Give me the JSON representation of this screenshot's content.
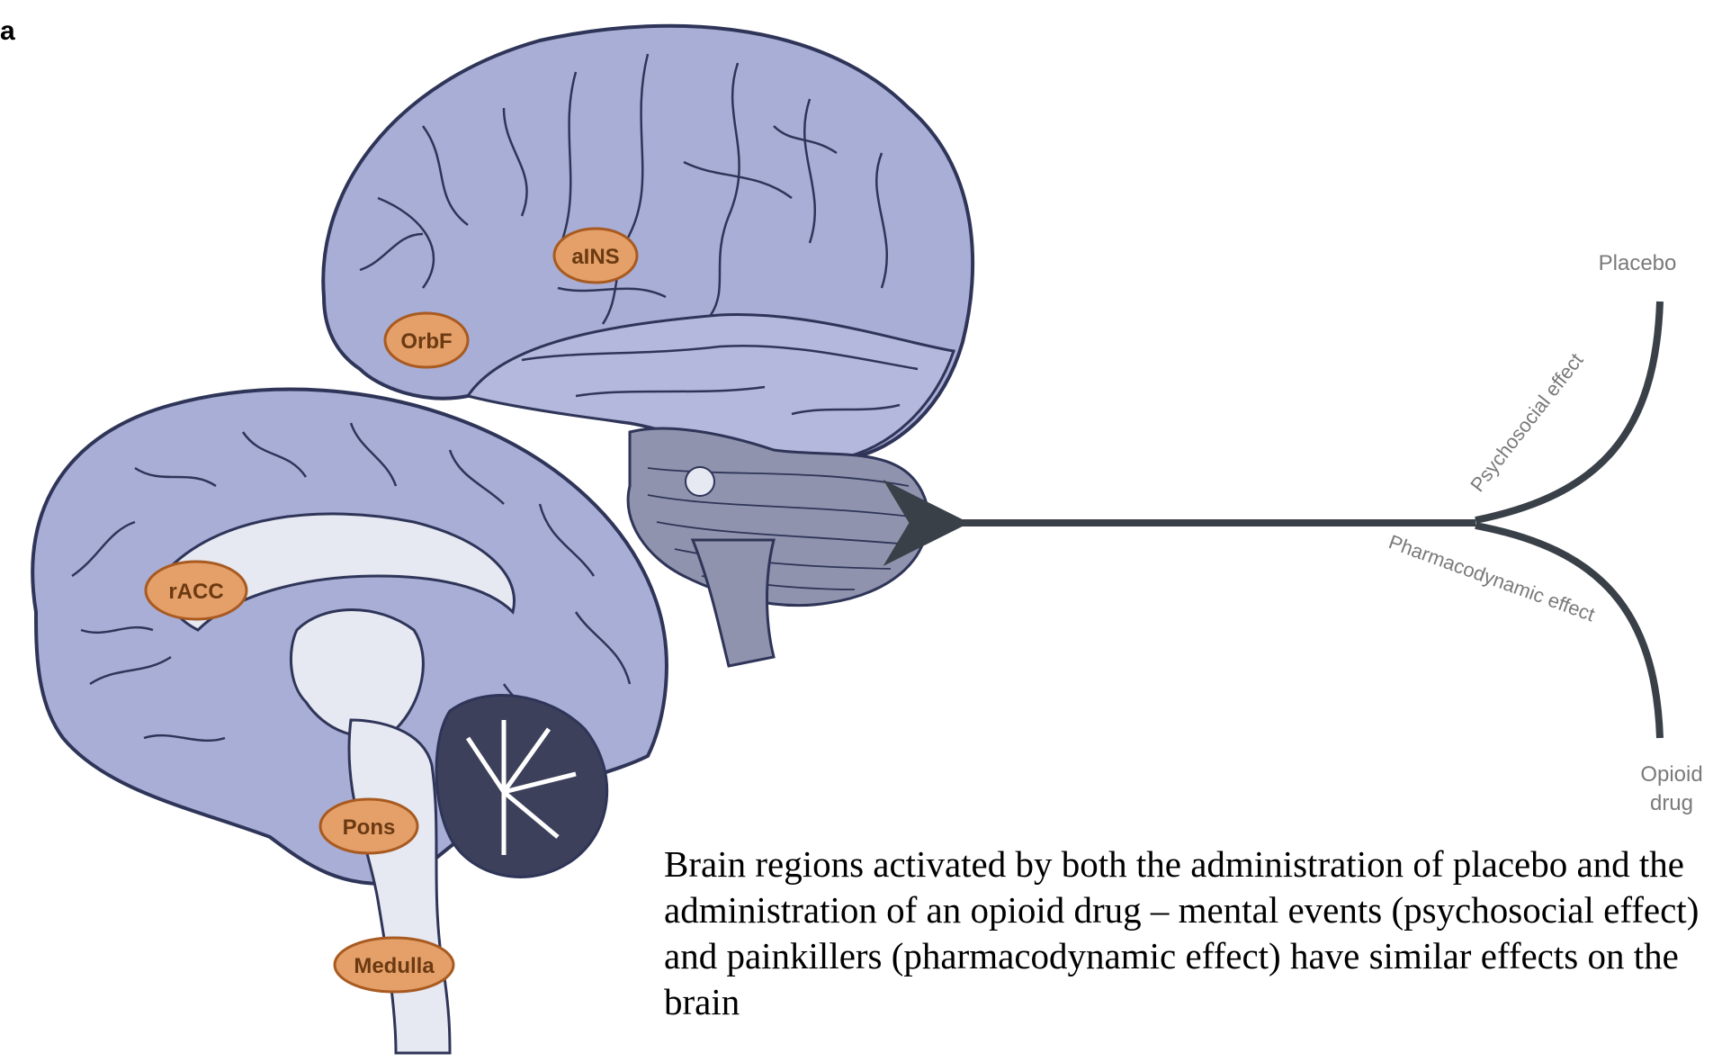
{
  "figure": {
    "panel_letter": "a",
    "regions": {
      "aINS": "aINS",
      "OrbF": "OrbF",
      "rACC": "rACC",
      "Pons": "Pons",
      "Medulla": "Medulla"
    },
    "pathway": {
      "top_end": "Placebo",
      "bottom_end_line1": "Opioid",
      "bottom_end_line2": "drug",
      "upper_branch": "Psychosocial effect",
      "lower_branch": "Pharmacodynamic effect"
    },
    "caption": "Brain regions activated by both the administration of placebo and the administration of an opioid drug – mental events (psychosocial effect) and painkillers (pharmacodynamic effect) have similar effects on the brain"
  },
  "colors": {
    "cortex": "#a9aed6",
    "cortex_dark": "#2f3558",
    "region_fill": "#e4a068",
    "region_stroke": "#a85a20"
  }
}
